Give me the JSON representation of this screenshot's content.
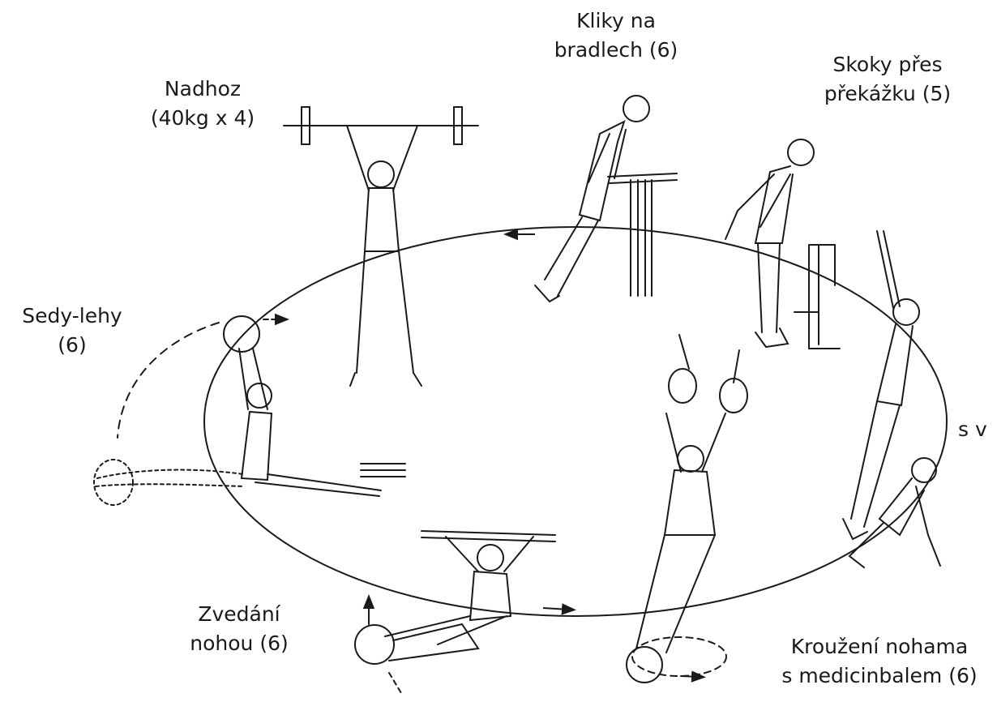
{
  "stations": [
    {
      "line1": "Nadhoz",
      "line2": "(40kg x 4)"
    },
    {
      "line1": "Kliky na",
      "line2": "bradlech (6)"
    },
    {
      "line1": "Skoky přes",
      "line2": "překážku (5)"
    },
    {
      "line1": "Sedy-lehy",
      "line2": "(6)"
    },
    {
      "line1": "s v",
      "line2": ""
    },
    {
      "line1": "Zvedání",
      "line2": "nohou (6)"
    },
    {
      "line1": "Kroužení nohama",
      "line2": "s medicinbalem (6)"
    }
  ],
  "colors": {
    "ink": "#1a1a1a",
    "background": "#ffffff"
  }
}
